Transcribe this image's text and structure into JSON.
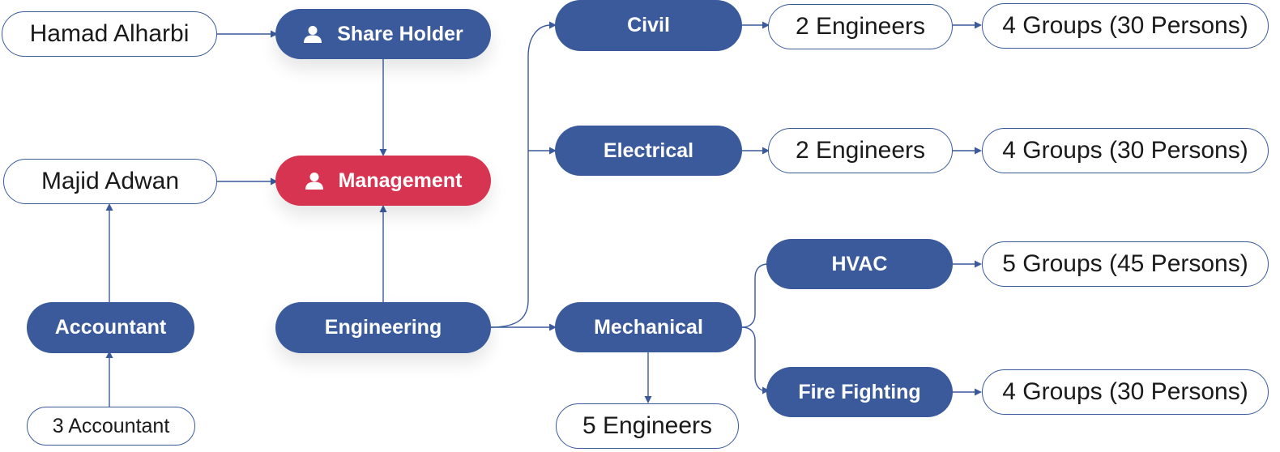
{
  "colors": {
    "node_blue": "#3a5a9c",
    "node_red": "#d63450",
    "edge": "#3a5a9c"
  },
  "nodes": {
    "hamad": "Hamad Alharbi",
    "share_holder": "Share Holder",
    "majid": "Majid Adwan",
    "management": "Management",
    "accountant": "Accountant",
    "accountant_count": "3 Accountant",
    "engineering": "Engineering",
    "civil": "Civil",
    "civil_engineers": "2 Engineers",
    "civil_groups": "4 Groups (30 Persons)",
    "electrical": "Electrical",
    "electrical_engineers": "2 Engineers",
    "electrical_groups": "4 Groups (30 Persons)",
    "mechanical": "Mechanical",
    "mechanical_engineers": "5 Engineers",
    "hvac": "HVAC",
    "hvac_groups": "5 Groups (45 Persons)",
    "fire_fighting": "Fire Fighting",
    "fire_fighting_groups": "4 Groups (30 Persons)"
  },
  "icons": {
    "share_holder": "person-icon",
    "management": "person-icon"
  }
}
